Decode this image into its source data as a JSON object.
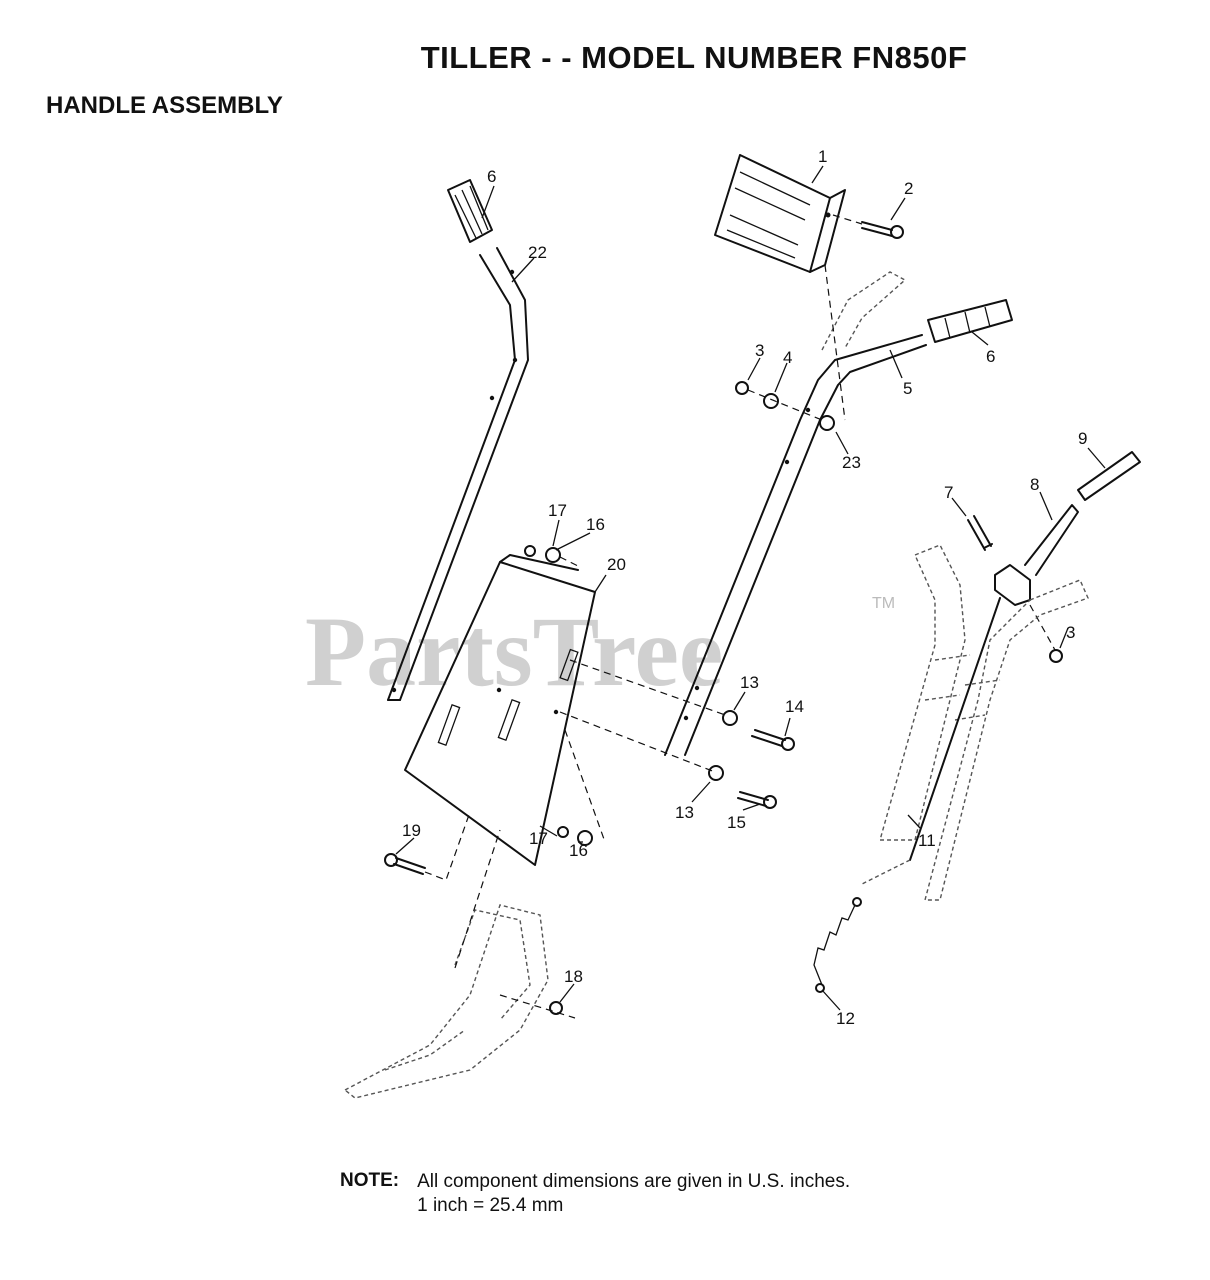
{
  "title": "TILLER - - MODEL NUMBER FN850F",
  "subtitle": "HANDLE ASSEMBLY",
  "watermark": {
    "text": "PartsTree",
    "tm": "TM"
  },
  "callouts": [
    {
      "id": "c1",
      "label": "1"
    },
    {
      "id": "c2",
      "label": "2"
    },
    {
      "id": "c3a",
      "label": "3"
    },
    {
      "id": "c3b",
      "label": "3"
    },
    {
      "id": "c4",
      "label": "4"
    },
    {
      "id": "c5",
      "label": "5"
    },
    {
      "id": "c6a",
      "label": "6"
    },
    {
      "id": "c6b",
      "label": "6"
    },
    {
      "id": "c7",
      "label": "7"
    },
    {
      "id": "c8",
      "label": "8"
    },
    {
      "id": "c9",
      "label": "9"
    },
    {
      "id": "c11",
      "label": "11"
    },
    {
      "id": "c12",
      "label": "12"
    },
    {
      "id": "c13a",
      "label": "13"
    },
    {
      "id": "c13b",
      "label": "13"
    },
    {
      "id": "c14",
      "label": "14"
    },
    {
      "id": "c15",
      "label": "15"
    },
    {
      "id": "c16a",
      "label": "16"
    },
    {
      "id": "c16b",
      "label": "16"
    },
    {
      "id": "c17a",
      "label": "17"
    },
    {
      "id": "c17b",
      "label": "17"
    },
    {
      "id": "c18",
      "label": "18"
    },
    {
      "id": "c19",
      "label": "19"
    },
    {
      "id": "c20",
      "label": "20"
    },
    {
      "id": "c22",
      "label": "22"
    },
    {
      "id": "c23",
      "label": "23"
    }
  ],
  "note": {
    "label": "NOTE:",
    "line1": "All component dimensions are given in U.S. inches.",
    "line2": "1 inch = 25.4 mm"
  }
}
